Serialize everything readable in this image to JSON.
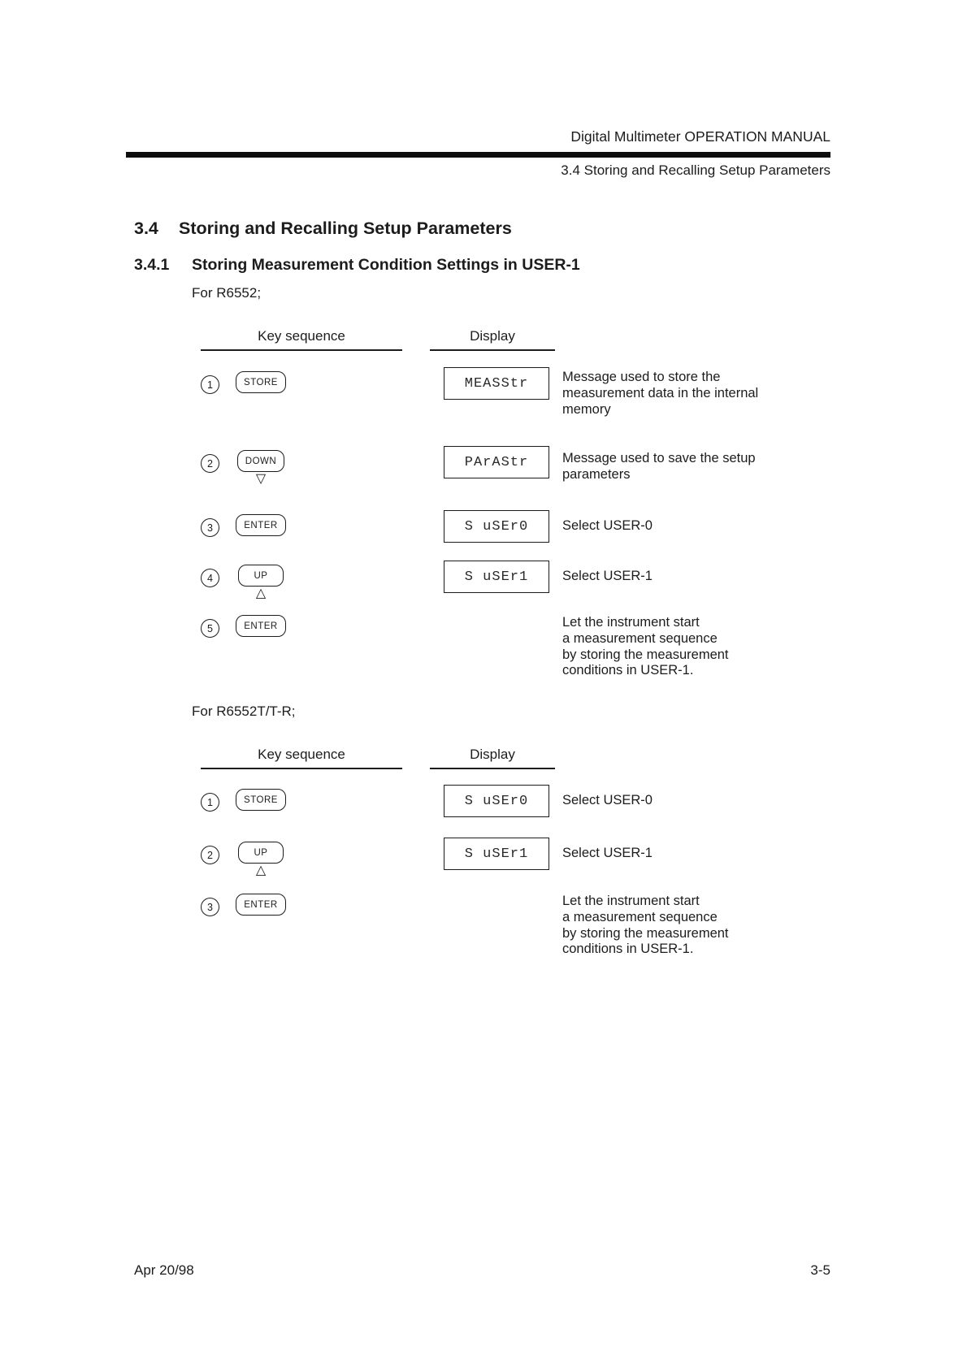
{
  "header": {
    "manual_title": "Digital Multimeter OPERATION MANUAL",
    "section_ref": "3.4 Storing and Recalling Setup Parameters"
  },
  "section": {
    "number": "3.4",
    "title": "Storing and Recalling Setup Parameters"
  },
  "subsection": {
    "number": "3.4.1",
    "title": "Storing Measurement Condition Settings in USER-1"
  },
  "icons": {
    "down_triangle": "▽",
    "up_triangle": "△"
  },
  "procedures": [
    {
      "model_intro": "For R6552;",
      "columns": {
        "key": "Key sequence",
        "display": "Display"
      },
      "steps": [
        {
          "num": "1",
          "key": "STORE",
          "display": "MEASStr",
          "desc": "Message used to store the\nmeasurement data in the internal\nmemory"
        },
        {
          "num": "2",
          "key": "DOWN",
          "display": "PArAStr",
          "desc": "Message used to save the setup\nparameters"
        },
        {
          "num": "3",
          "key": "ENTER",
          "display": "S uSEr0",
          "desc": "Select USER-0"
        },
        {
          "num": "4",
          "key": "UP",
          "display": "S uSEr1",
          "desc": "Select USER-1"
        },
        {
          "num": "5",
          "key": "ENTER",
          "desc": "Let the instrument start\na measurement sequence\nby storing the measurement\nconditions in USER-1."
        }
      ]
    },
    {
      "model_intro": "For R6552T/T-R;",
      "columns": {
        "key": "Key sequence",
        "display": "Display"
      },
      "steps": [
        {
          "num": "1",
          "key": "STORE",
          "display": "S uSEr0",
          "desc": "Select USER-0"
        },
        {
          "num": "2",
          "key": "UP",
          "display": "S uSEr1",
          "desc": "Select USER-1"
        },
        {
          "num": "3",
          "key": "ENTER",
          "desc": "Let the instrument start\na measurement sequence\nby storing the measurement\nconditions in USER-1."
        }
      ]
    }
  ],
  "footer": {
    "date": "Apr 20/98",
    "page_number": "3-5"
  }
}
